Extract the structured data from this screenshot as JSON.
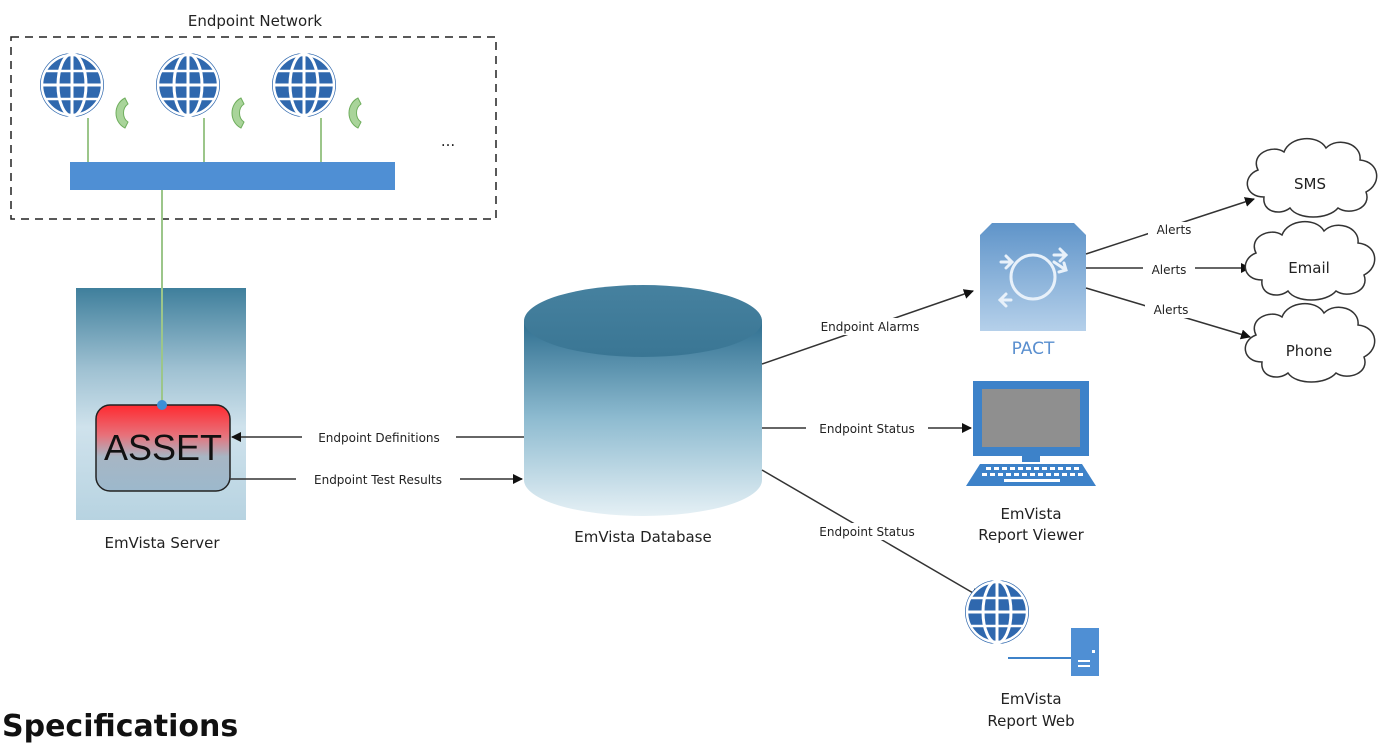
{
  "network": {
    "title": "Endpoint Network",
    "ellipsis": "..."
  },
  "server": {
    "asset_label": "ASSET",
    "caption": "EmVista Server"
  },
  "database": {
    "caption": "EmVista Database"
  },
  "flows": {
    "definitions": "Endpoint Definitions",
    "test_results": "Endpoint Test Results",
    "alarms": "Endpoint Alarms",
    "status_viewer": "Endpoint Status",
    "status_web": "Endpoint Status"
  },
  "pact": {
    "label": "PACT"
  },
  "alerts": {
    "sms": "Alerts",
    "email": "Alerts",
    "phone": "Alerts"
  },
  "clouds": {
    "sms": "SMS",
    "email": "Email",
    "phone": "Phone"
  },
  "viewer": {
    "line1": "EmVista",
    "line2": "Report Viewer"
  },
  "web": {
    "line1": "EmVista",
    "line2": "Report Web"
  },
  "page": {
    "heading": "Specifications"
  },
  "colors": {
    "globe": "#2f68ae",
    "bus": "#4f8fd4",
    "link_green": "#9cc68a",
    "asset_red": "#e0202a",
    "arrow": "#333333"
  }
}
